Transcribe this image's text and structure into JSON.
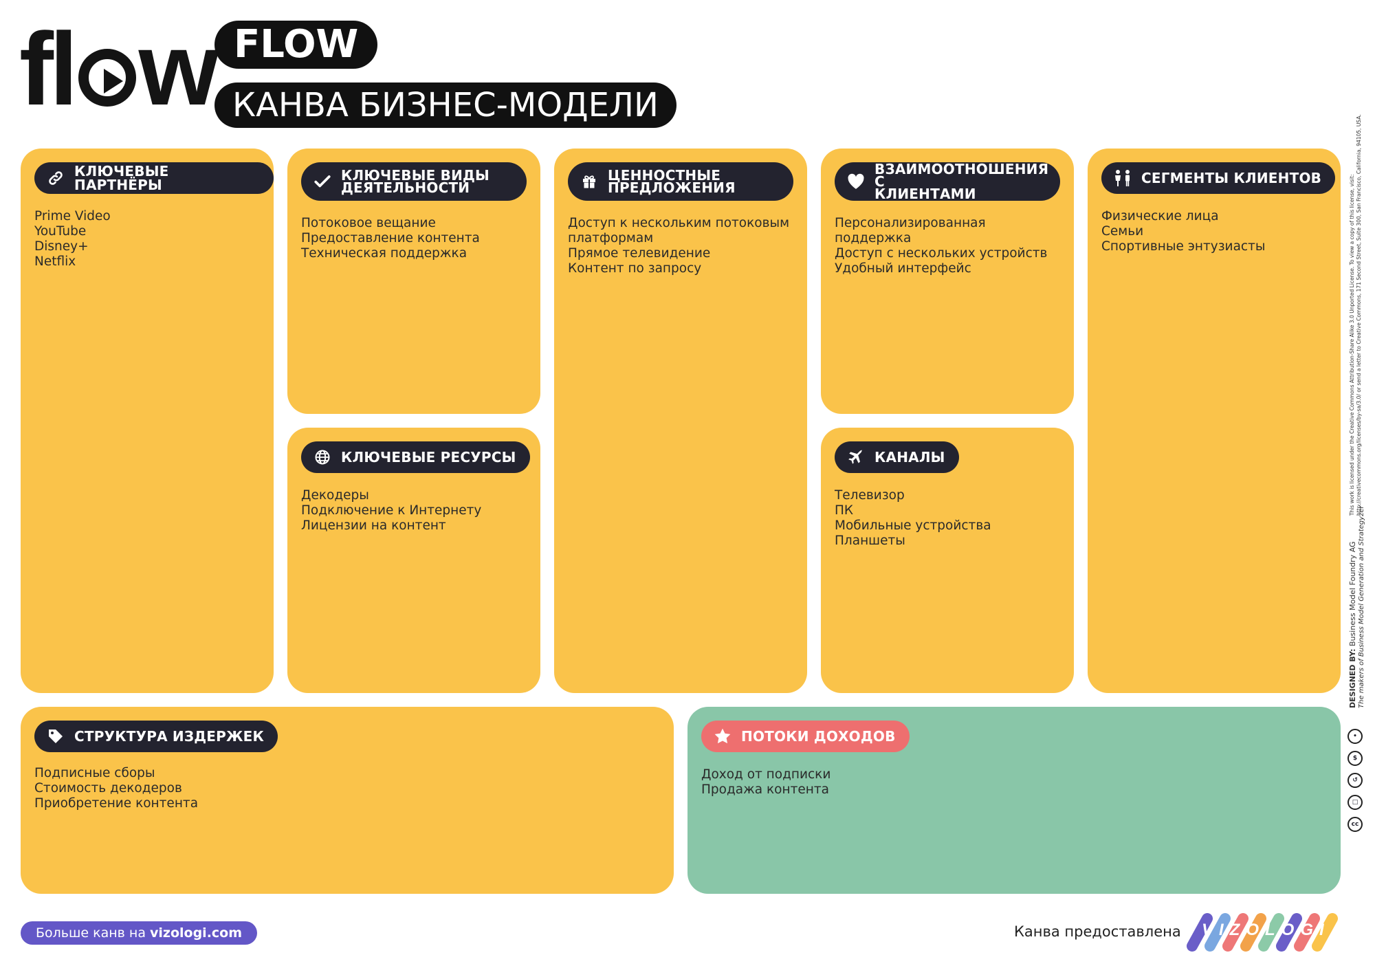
{
  "header": {
    "logo_text": "flow",
    "company_name": "FLOW",
    "canvas_title": "КАНВА БИЗНЕС-МОДЕЛИ"
  },
  "blocks": {
    "key_partners": {
      "title": "КЛЮЧЕВЫЕ ПАРТНЁРЫ",
      "icon": "link-icon",
      "items": [
        "Prime Video",
        "YouTube",
        "Disney+",
        "Netflix"
      ]
    },
    "key_activities": {
      "title_line1": "КЛЮЧЕВЫЕ ВИДЫ",
      "title_line2": "ДЕЯТЕЛЬНОСТИ",
      "icon": "check-icon",
      "items": [
        "Потоковое вещание",
        "Предоставление контента",
        "Техническая поддержка"
      ]
    },
    "key_resources": {
      "title": "КЛЮЧЕВЫЕ РЕСУРСЫ",
      "icon": "globe-icon",
      "items": [
        "Декодеры",
        "Подключение к Интернету",
        "Лицензии на контент"
      ]
    },
    "value_propositions": {
      "title_line1": "ЦЕННОСТНЫЕ",
      "title_line2": "ПРЕДЛОЖЕНИЯ",
      "icon": "gift-icon",
      "items": [
        "Доступ к нескольким потоковым",
        "платформам",
        "Прямое телевидение",
        "Контент по запросу"
      ]
    },
    "customer_relationships": {
      "title_line1": "ВЗАИМООТНОШЕНИЯ С",
      "title_line2": "КЛИЕНТАМИ",
      "icon": "heart-icon",
      "items": [
        "Персонализированная поддержка",
        "Доступ с нескольких устройств",
        "Удобный интерфейс"
      ]
    },
    "channels": {
      "title": "КАНАЛЫ",
      "icon": "airplane-icon",
      "items": [
        "Телевизор",
        "ПК",
        "Мобильные устройства",
        "Планшеты"
      ]
    },
    "customer_segments": {
      "title": "СЕГМЕНТЫ КЛИЕНТОВ",
      "icon": "people-icon",
      "items": [
        "Физические лица",
        "Семьи",
        "Спортивные энтузиасты"
      ]
    },
    "cost_structure": {
      "title": "СТРУКТУРА ИЗДЕРЖЕК",
      "icon": "price-tag-icon",
      "items": [
        "Подписные сборы",
        "Стоимость декодеров",
        "Приобретение контента"
      ]
    },
    "revenue_streams": {
      "title": "ПОТОКИ ДОХОДОВ",
      "icon": "star-icon",
      "items": [
        "Доход от подписки",
        "Продажа контента"
      ]
    }
  },
  "footer": {
    "more_canvases_prefix": "Больше канв на ",
    "more_canvases_site": "vizologi.com",
    "provided_by": "Канва предоставлена",
    "brand_logo_text": "VIZOLOGI"
  },
  "credits": {
    "designed_by_label": "DESIGNED BY:",
    "designed_by": "Business Model Foundry AG",
    "makers": "The makers of Business Model Generation and Strategyzer",
    "license_line1": "This work is licensed under the Creative Commons Attribution-Share Alike 3.0 Unported License. To view a copy of this license, visit:",
    "license_line2": "http://creativecommons.org/licenses/by-sa/3.0/ or send a letter to Creative Commons, 171 Second Street, Suite 300, San Francisco, California, 94105, USA."
  },
  "colors": {
    "block_yellow": "#fac34a",
    "block_green": "#89c6a8",
    "tag_dark": "#23232f",
    "tag_pink": "#ee6f6f",
    "button_purple": "#6357c7"
  }
}
